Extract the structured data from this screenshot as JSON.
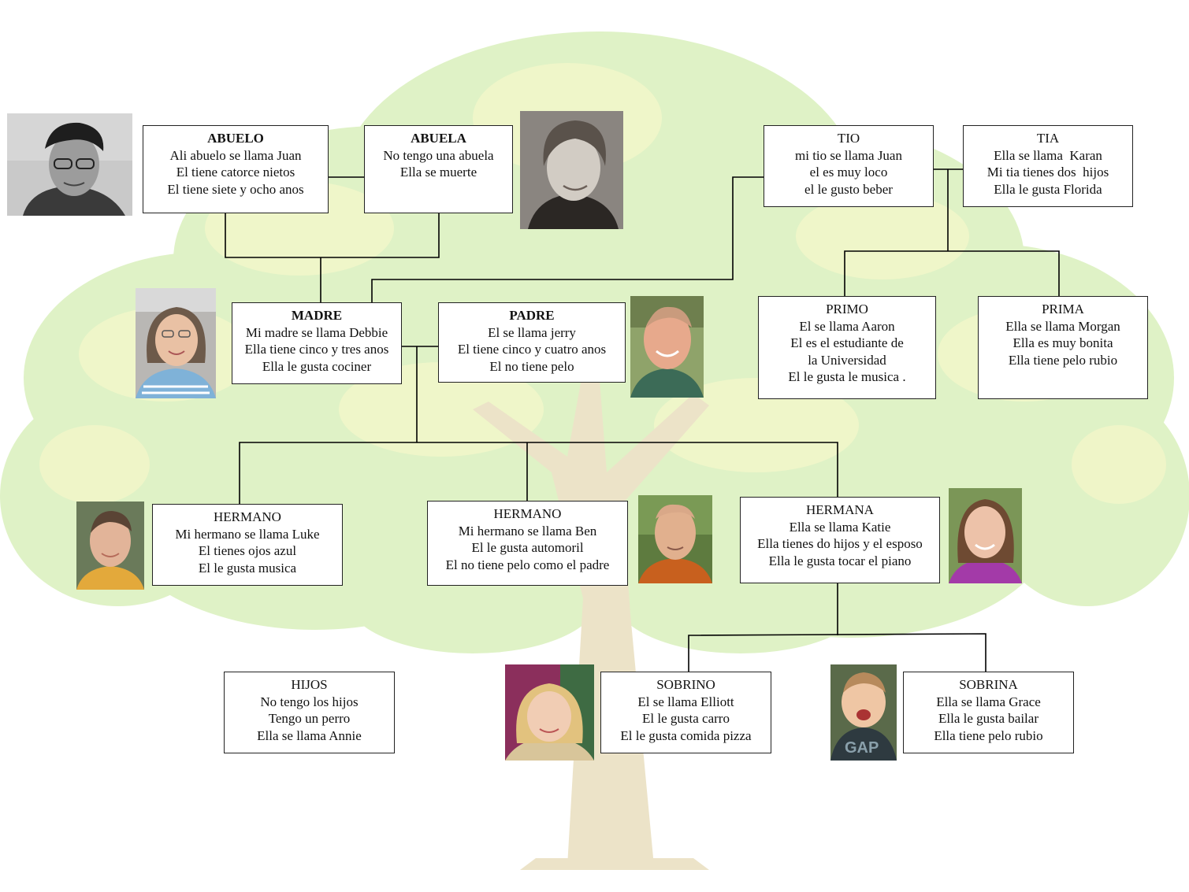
{
  "boxes": {
    "abuelo": {
      "title": "ABUELO",
      "lines": [
        "Ali abuelo se llama Juan",
        "El tiene catorce nietos",
        "El tiene siete y ocho anos"
      ]
    },
    "abuela": {
      "title": "ABUELA",
      "lines": [
        "No tengo una abuela",
        "Ella se muerte"
      ]
    },
    "tio": {
      "title": "TIO",
      "lines": [
        "mi tio se llama Juan",
        "el es muy loco",
        "el le gusto beber"
      ]
    },
    "tia": {
      "title": "TIA",
      "lines": [
        "Ella se llama  Karan",
        "Mi tia tienes dos  hijos",
        "Ella le gusta Florida"
      ]
    },
    "madre": {
      "title": "MADRE",
      "lines": [
        "Mi madre se llama Debbie",
        "Ella tiene cinco y tres anos",
        "Ella le gusta cociner"
      ]
    },
    "padre": {
      "title": "PADRE",
      "lines": [
        "El se llama jerry",
        "El tiene cinco y cuatro anos",
        "El no tiene pelo"
      ]
    },
    "primo": {
      "title": "PRIMO",
      "lines": [
        "El se llama Aaron",
        "El es el estudiante de",
        "la Universidad",
        "El le gusta le musica ."
      ]
    },
    "prima": {
      "title": "PRIMA",
      "lines": [
        "Ella se llama Morgan",
        "Ella es muy bonita",
        "Ella tiene pelo rubio"
      ]
    },
    "hermano1": {
      "title": "HERMANO",
      "lines": [
        "Mi hermano se llama Luke",
        "El tienes ojos azul",
        "El le gusta musica"
      ]
    },
    "hermano2": {
      "title": "HERMANO",
      "lines": [
        "Mi hermano se llama Ben",
        "El le gusta automoril",
        "El no tiene pelo como el padre"
      ]
    },
    "hermana": {
      "title": "HERMANA",
      "lines": [
        "Ella se llama Katie",
        "Ella tienes do hijos y el esposo",
        "Ella le gusta tocar el piano"
      ]
    },
    "hijos": {
      "title": "HIJOS",
      "lines": [
        "No tengo los hijos",
        "Tengo un perro",
        "Ella se llama Annie"
      ]
    },
    "sobrino": {
      "title": "SOBRINO",
      "lines": [
        "El se llama Elliott",
        "El le gusta carro",
        "El le gusta comida pizza"
      ]
    },
    "sobrina": {
      "title": "SOBRINA",
      "lines": [
        "Ella se llama Grace",
        "Ella le gusta bailar",
        "Ella tiene pelo rubio"
      ]
    }
  },
  "colors": {
    "tree_leaves": "#dff2c6",
    "tree_highlight": "#f3f7cc",
    "tree_trunk": "#ece3c8",
    "line": "#000000"
  }
}
